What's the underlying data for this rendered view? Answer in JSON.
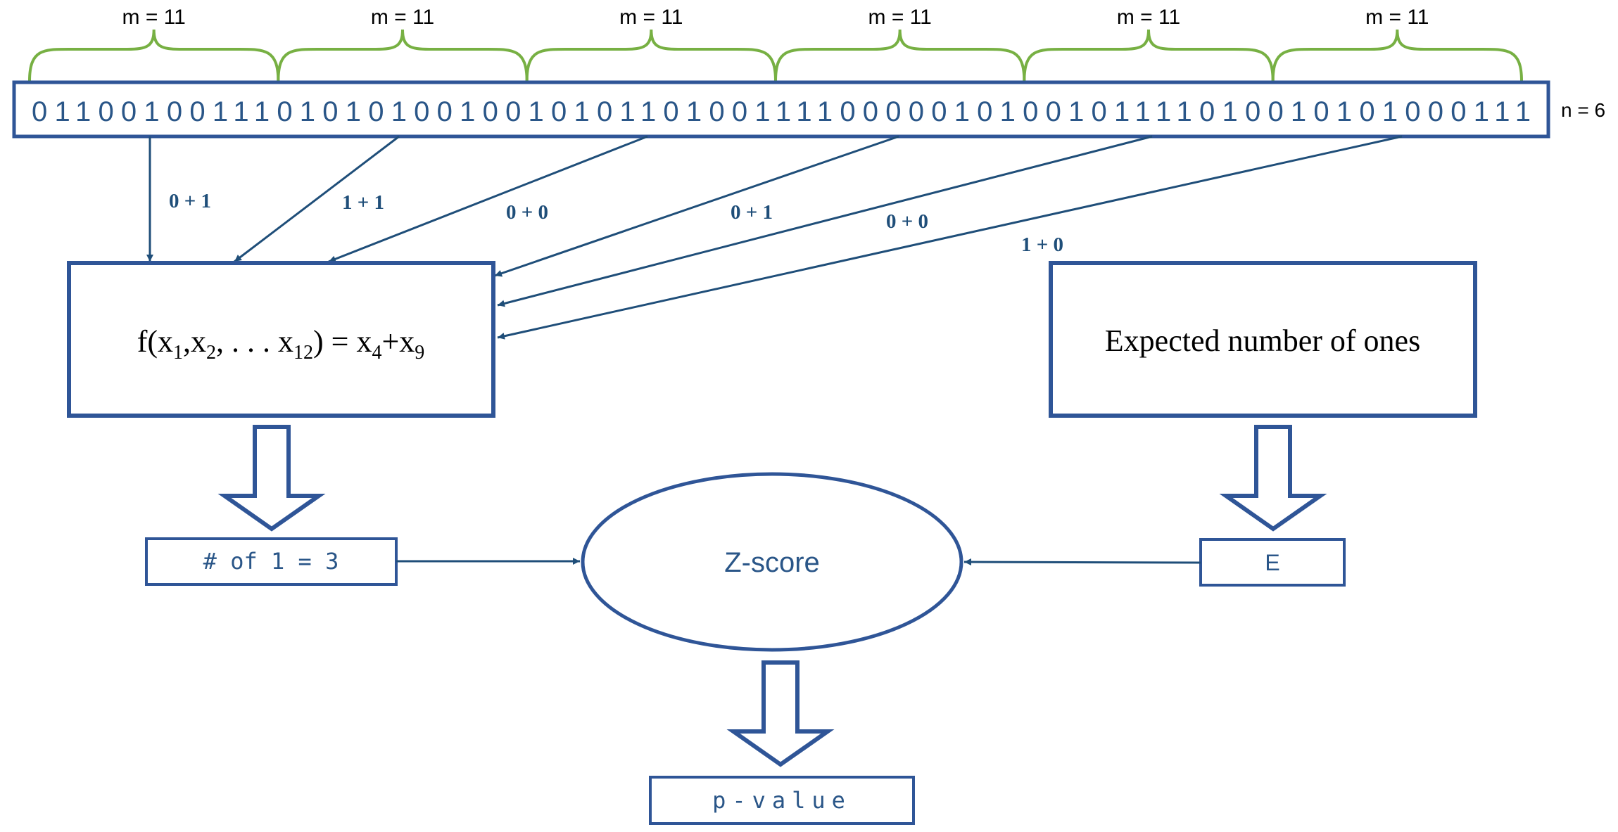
{
  "segment_label": "m = 11",
  "segment_count": 6,
  "bit_string": "0110010011101010100100101011010011110000010100101111010010101000111",
  "n_label": "n = 6",
  "sum_labels": [
    "0 + 1",
    "1 + 1",
    "0 + 0",
    "0 + 1",
    "0 + 0",
    "1 + 0"
  ],
  "function_box": {
    "prefix": "f(x",
    "s1": "1",
    "c1": ",x",
    "s2": "2",
    "dots": ", . . . x",
    "s12": "12",
    "eq": ") = x",
    "s4": "4",
    "plus": "+x",
    "s9": "9"
  },
  "expected_box": "Expected number of ones",
  "count_box": "# of 1 = 3",
  "e_box": "E",
  "zscore": "Z-score",
  "pvalue_box": "p-value",
  "colors": {
    "brace": "#77b043",
    "primary": "#2f5597",
    "text_blue": "#2a5688",
    "black": "#000000"
  }
}
